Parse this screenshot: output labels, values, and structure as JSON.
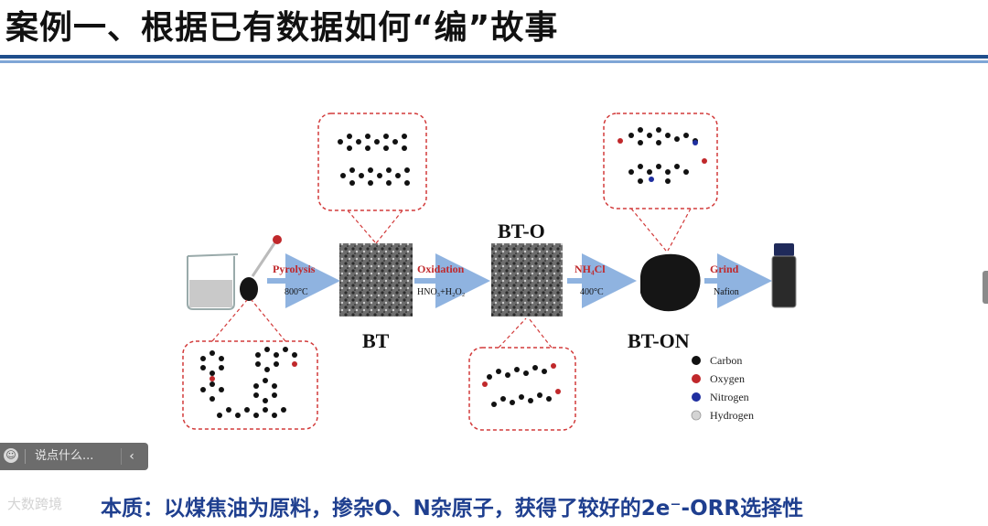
{
  "slide": {
    "title": "案例一、根据已有数据如何“编”故事",
    "bottom_note": "本质：以煤焦油为原料，掺杂O、N杂原子，获得了较好的2e⁻-ORR选择性",
    "watermark": "大数跨境"
  },
  "figure": {
    "steps": [
      {
        "label": "Pyrolysis",
        "condition": "800°C"
      },
      {
        "label": "Oxidation",
        "condition": "HNO₃+H₂O₂"
      },
      {
        "label": "NH₄Cl",
        "condition": "400°C"
      },
      {
        "label": "Grind",
        "condition": "Nafion"
      }
    ],
    "materials": [
      "BT",
      "BT-O",
      "BT-ON"
    ],
    "legend": [
      {
        "label": "Carbon",
        "color": "#111111"
      },
      {
        "label": "Oxygen",
        "color": "#c0282b"
      },
      {
        "label": "Nitrogen",
        "color": "#1f2fa0"
      },
      {
        "label": "Hydrogen",
        "color": "#d4d4d4"
      }
    ]
  },
  "chat": {
    "placeholder": "说点什么...",
    "icon": "smile-icon",
    "collapse_icon": "chevron-left-icon"
  }
}
